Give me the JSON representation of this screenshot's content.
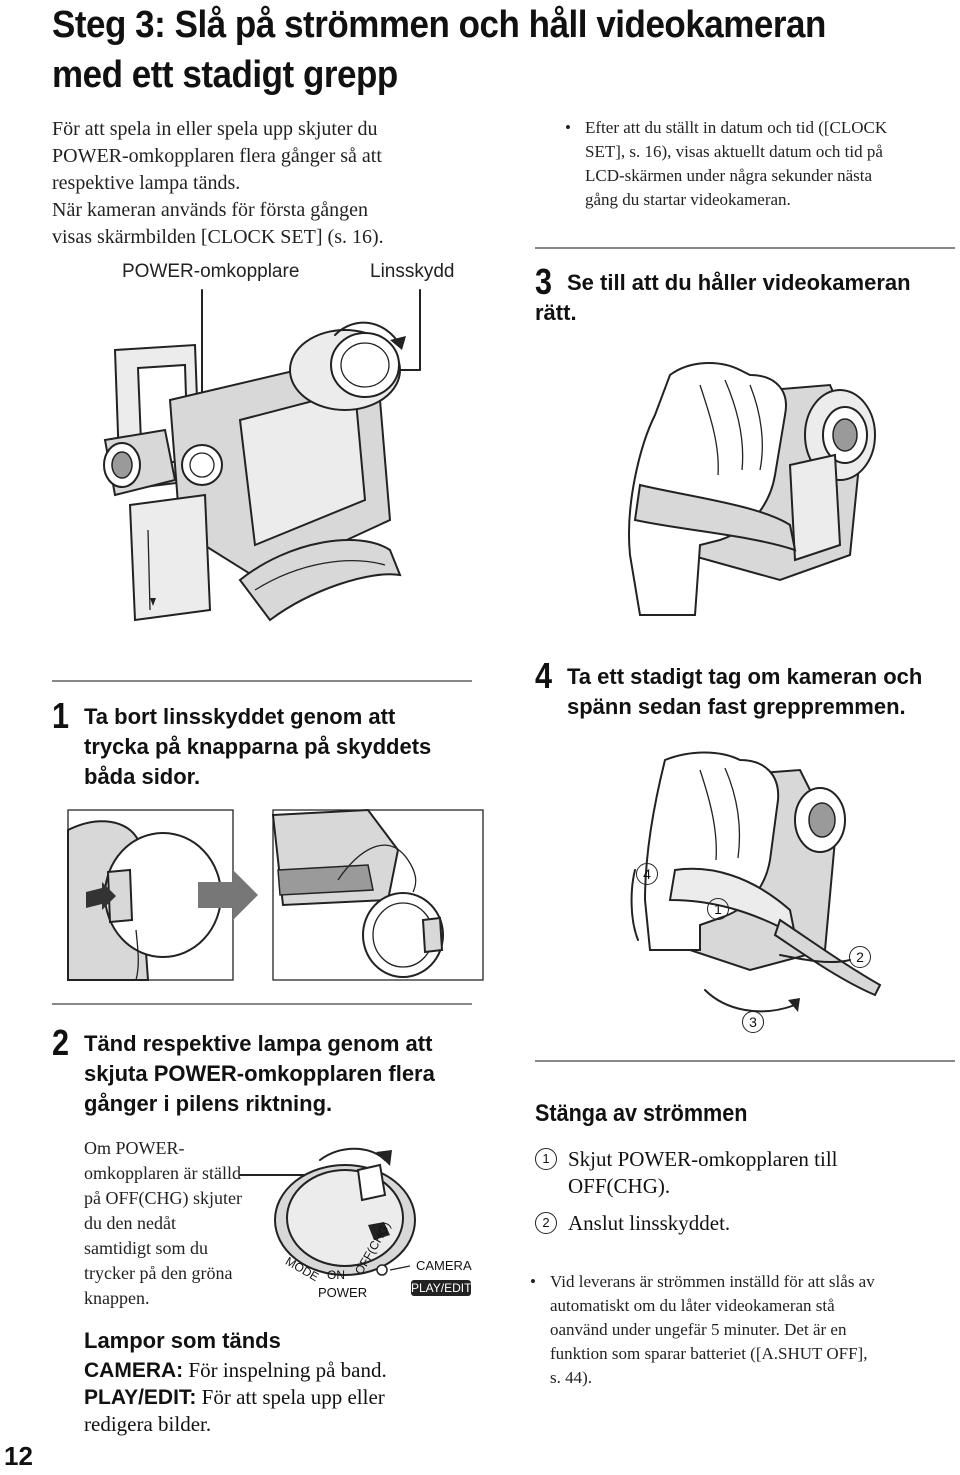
{
  "page_title": [
    "Steg 3: Slå på strömmen och håll videokameran",
    "med ett stadigt grepp"
  ],
  "intro": [
    "För att spela in eller spela upp skjuter du",
    "POWER-omkopplaren flera gånger så att",
    "respektive lampa tänds.",
    "När kameran används för första gången",
    "visas skärmbilden [CLOCK SET] (s. 16)."
  ],
  "figure_callouts": {
    "power_switch": "POWER-omkopplare",
    "lens_cap": "Linsskydd"
  },
  "clock_note": {
    "bullet": "•",
    "lines": [
      "Efter att du ställt in datum och tid ([CLOCK",
      "SET], s. 16), visas aktuellt datum och tid på",
      "LCD-skärmen under några sekunder nästa",
      "gång du startar videokameran."
    ]
  },
  "step3": {
    "number": "3",
    "lines": [
      "Se till att du håller videokameran",
      "rätt."
    ]
  },
  "step1": {
    "number": "1",
    "lines": [
      "Ta bort linsskyddet genom att",
      "trycka på knapparna på skyddets",
      "båda sidor."
    ]
  },
  "step4": {
    "number": "4",
    "lines": [
      "Ta ett stadigt tag om kameran och",
      "spänn sedan fast greppremmen."
    ]
  },
  "strap_markers": [
    "4",
    "1",
    "2",
    "3"
  ],
  "step2": {
    "number": "2",
    "lines": [
      "Tänd respektive lampa genom att",
      "skjuta POWER-omkopplaren flera",
      "gånger i pilens riktning."
    ]
  },
  "power_note": [
    "Om POWER-",
    "omkopplaren är ställd",
    "på OFF(CHG) skjuter",
    "du den nedåt",
    "samtidigt som du",
    "trycker på den gröna",
    "knappen."
  ],
  "dial_labels": {
    "mode": "MODE",
    "on": "ON",
    "off": "OFF(CHG)",
    "power": "POWER",
    "camera": "CAMERA",
    "play_edit": "PLAY/EDIT"
  },
  "lamps": {
    "heading": "Lampor som tänds",
    "camera_key": "CAMERA:",
    "camera_text": " För inspelning på band.",
    "play_key": "PLAY/EDIT:",
    "play_text": " För att spela upp eller",
    "play_text2": "redigera bilder."
  },
  "power_off": {
    "heading": "Stänga av strömmen",
    "items": [
      {
        "marker": "1",
        "lines": [
          "Skjut POWER-omkopplaren till",
          "OFF(CHG)."
        ]
      },
      {
        "marker": "2",
        "lines": [
          "Anslut linsskyddet."
        ]
      }
    ]
  },
  "auto_off_note": {
    "bullet": "•",
    "lines": [
      "Vid leverans är strömmen inställd för att slås av",
      "automatiskt om du låter videokameran stå",
      "oanvänd under ungefär 5 minuter. Det är en",
      "funktion som sparar batteriet ([A.SHUT OFF],",
      "s. 44)."
    ]
  },
  "page_number": "12"
}
